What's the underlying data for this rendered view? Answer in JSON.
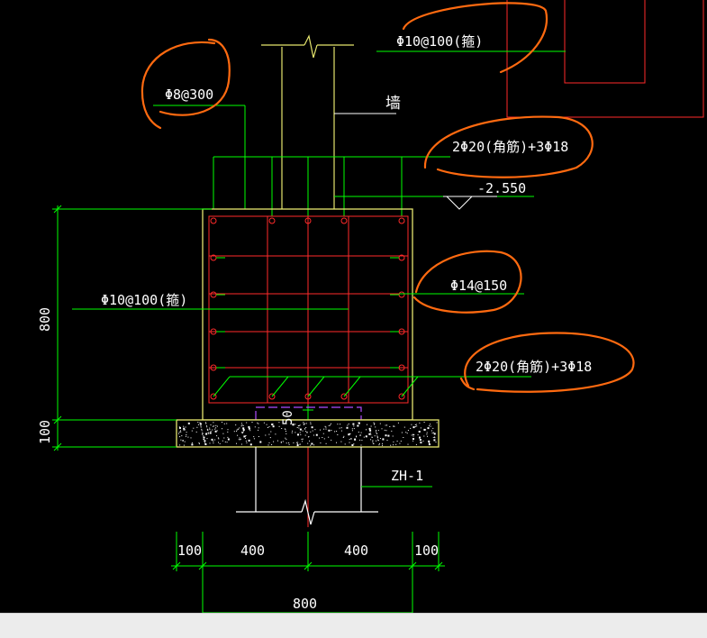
{
  "labels": {
    "top_rebar": "Φ10@100(箍)",
    "side_rebar": "Φ8@300",
    "wall": "墙",
    "top_main": "2Φ20(角筋)+3Φ18",
    "elevation": "-2.550",
    "right_rebar": "Φ14@150",
    "stirrup_left": "Φ10@100(箍)",
    "bottom_main": "2Φ20(角筋)+3Φ18",
    "dim_800_v": "800",
    "dim_100_v": "100",
    "dim_50": "50",
    "pile": "ZH-1",
    "dim_100_left": "100",
    "dim_400_left": "400",
    "dim_400_right": "400",
    "dim_100_right": "100",
    "dim_800_h": "800"
  },
  "colors": {
    "background": "#000000",
    "dimension": "#00ff00",
    "outline": "#e6e66e",
    "rebar": "#ff2a2a",
    "white": "#ffffff",
    "markup": "#ff6a10",
    "purple": "#b04cff",
    "statusbar": "#ececec"
  }
}
